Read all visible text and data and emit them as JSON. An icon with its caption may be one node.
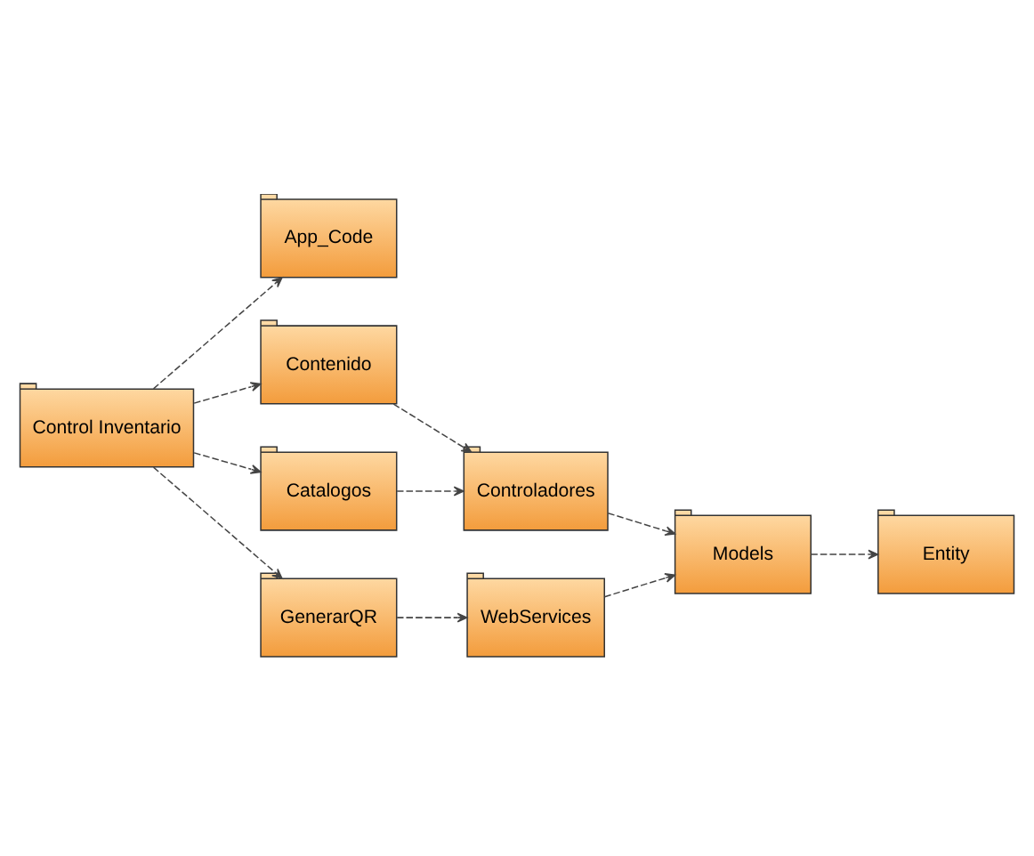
{
  "diagram": {
    "nodes": [
      {
        "text": [
          "App_Code"
        ]
      },
      {
        "text": [
          "Contenido"
        ]
      },
      {
        "text": [
          "Entity"
        ]
      },
      {
        "text": [
          "Control Inventario"
        ]
      },
      {
        "text": [
          "Models"
        ]
      },
      {
        "text": [
          "Controladores"
        ]
      },
      {
        "text": [
          "Catalogos"
        ]
      },
      {
        "text": [
          "GenerarQR"
        ]
      },
      {
        "text": [
          "WebServices"
        ]
      }
    ],
    "edges": [
      {
        "from": 3,
        "to": 0,
        "arrow": "to",
        "style": "dashed"
      },
      {
        "from": 3,
        "to": 1,
        "arrow": "to",
        "style": "dashed"
      },
      {
        "from": 1,
        "to": 5,
        "arrow": "to",
        "style": "dashed"
      },
      {
        "from": 3,
        "to": 6,
        "arrow": "to",
        "style": "dashed"
      },
      {
        "from": 6,
        "to": 5,
        "arrow": "to",
        "style": "dashed"
      },
      {
        "from": 5,
        "to": 4,
        "arrow": "to",
        "style": "dashed"
      },
      {
        "from": 4,
        "to": 2,
        "arrow": "to",
        "style": "dashed"
      },
      {
        "from": 8,
        "to": 4,
        "arrow": "to",
        "style": "dashed"
      },
      {
        "from": 3,
        "to": 7,
        "arrow": "to",
        "style": "dashed"
      },
      {
        "from": 7,
        "to": 8,
        "arrow": "to",
        "style": "dashed"
      }
    ]
  }
}
